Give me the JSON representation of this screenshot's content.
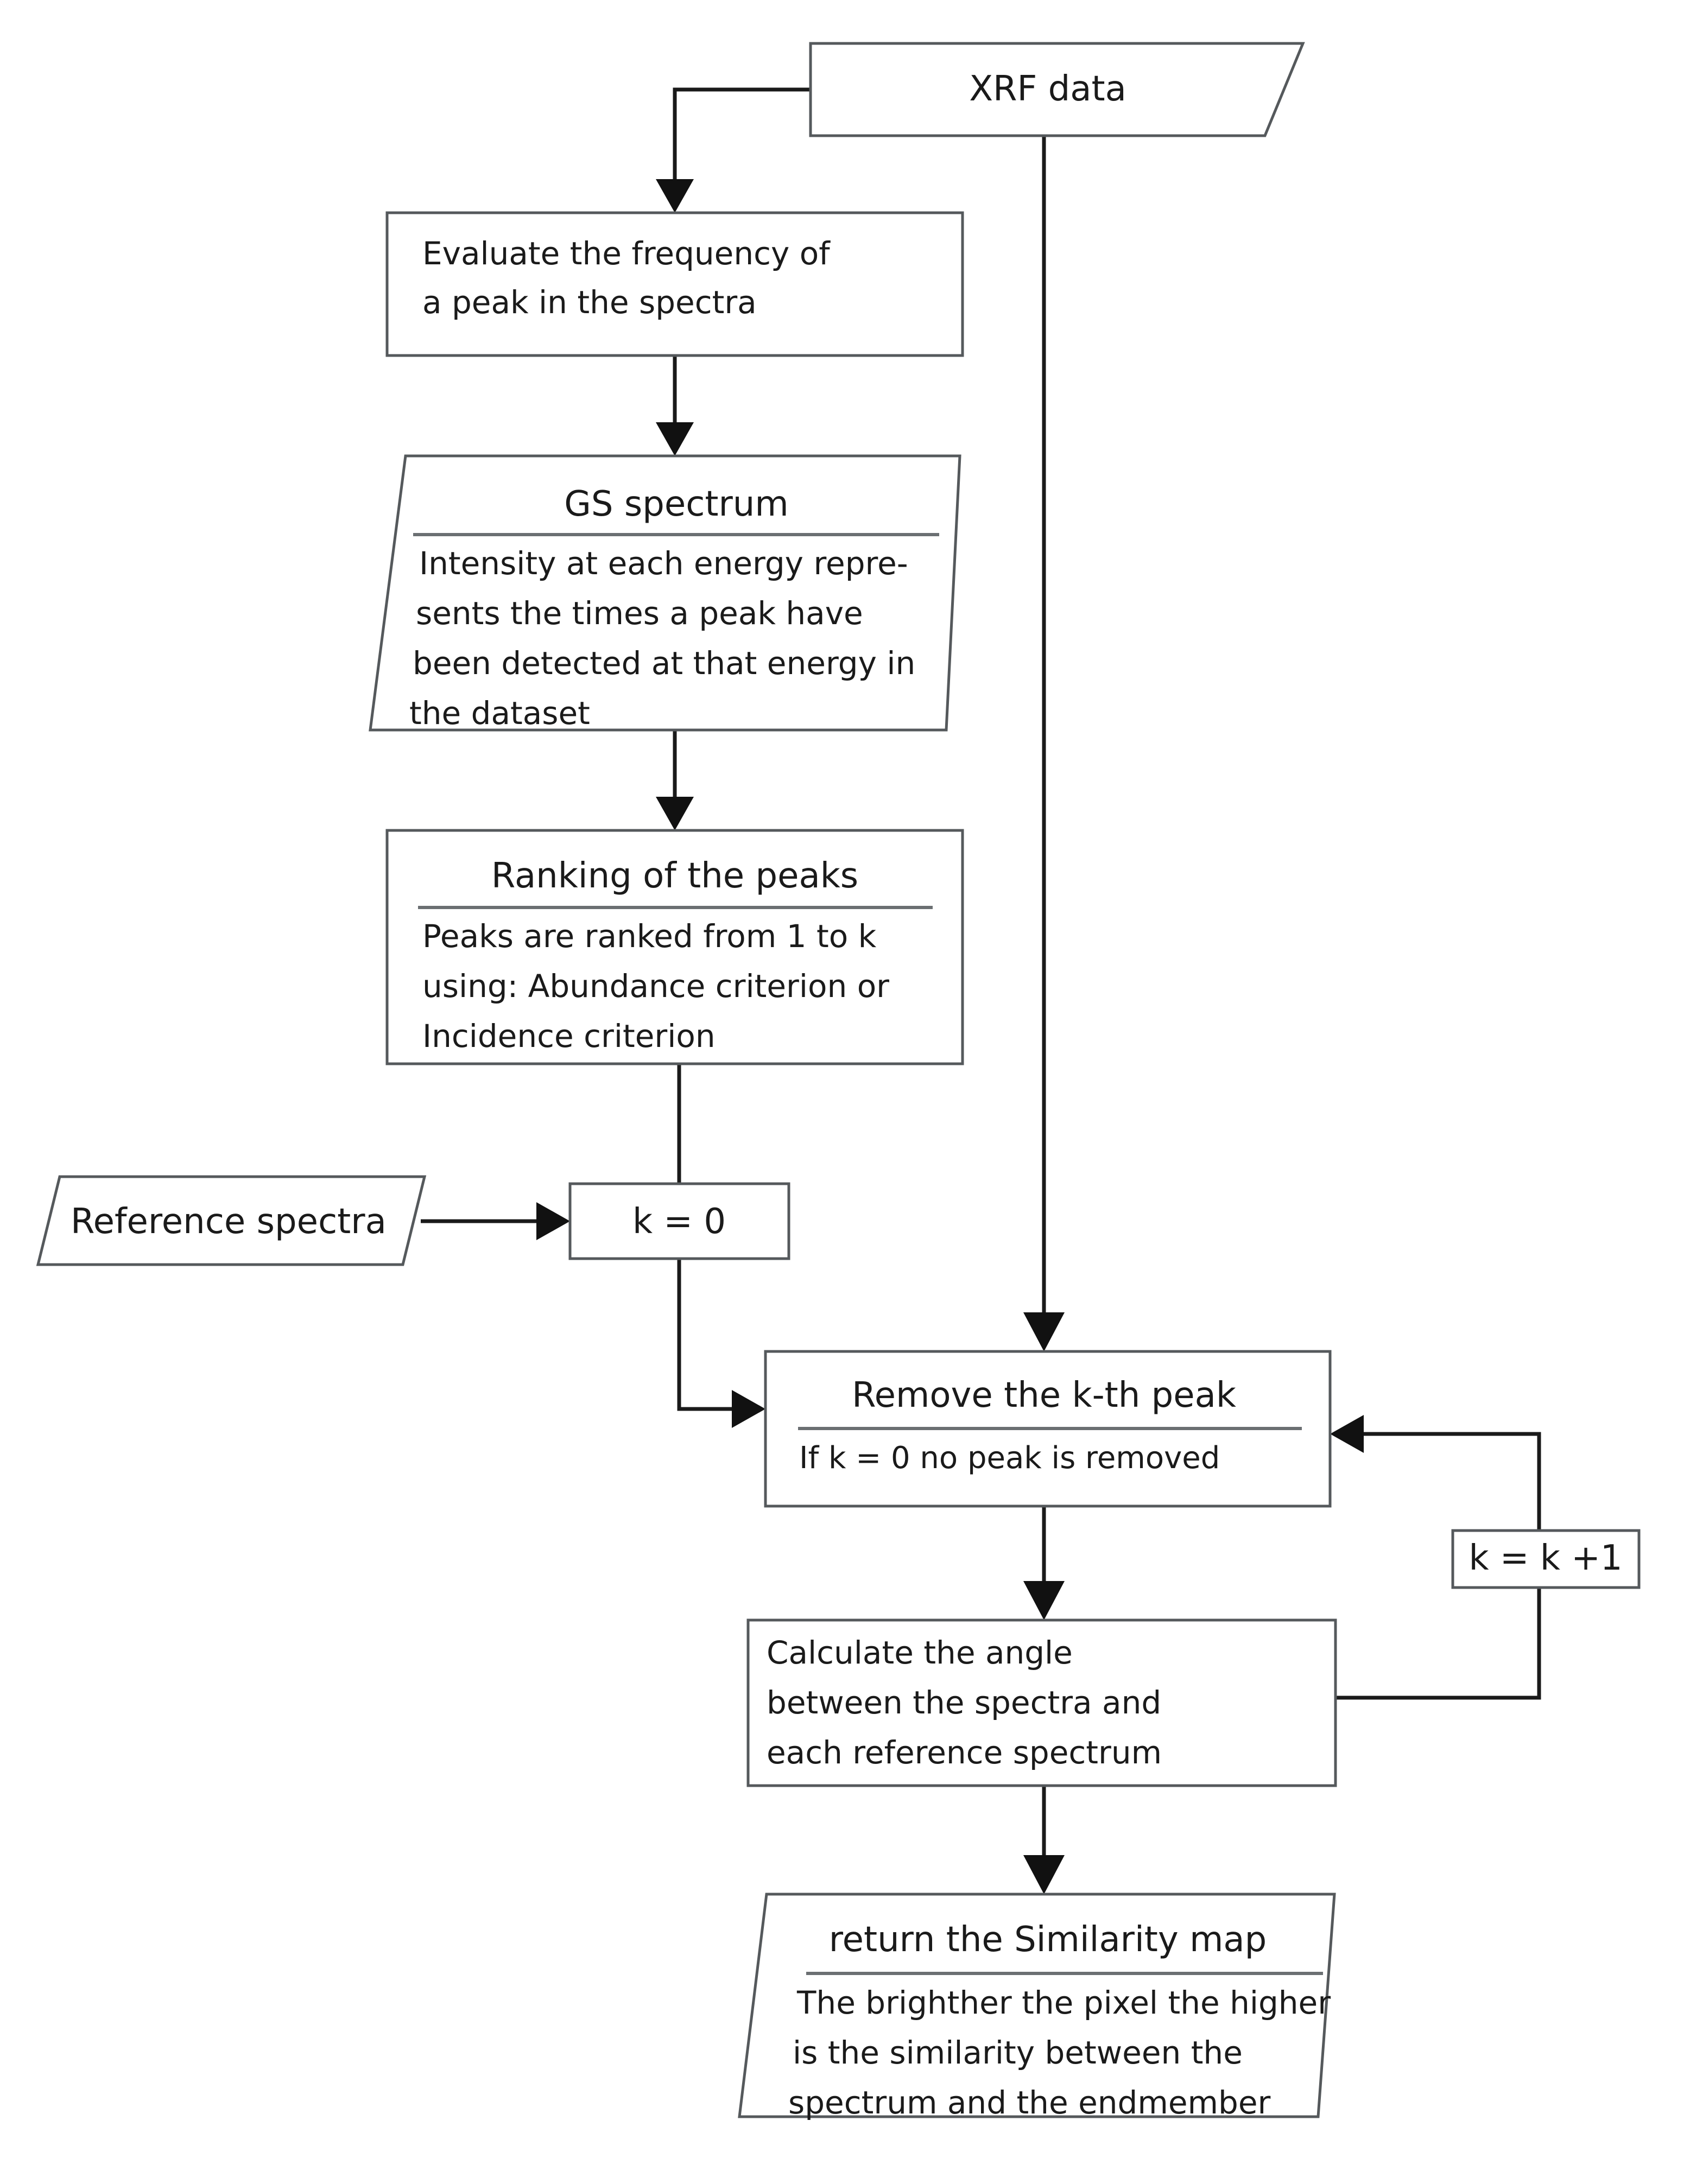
{
  "diagram": {
    "type": "flowchart",
    "title": "XRF spectral similarity-map processing flowchart",
    "colors": {
      "background": "#ffffff",
      "node_stroke": "#2b2b2b",
      "node_fill": "#ffffff",
      "connector": "#1a1a1a",
      "divider": "#6b6f72",
      "text": "#1a1a1a"
    },
    "nodes": [
      {
        "id": "xrf-data",
        "shape": "parallelogram",
        "role": "input",
        "title": "XRF data",
        "body": []
      },
      {
        "id": "evaluate-frequency",
        "shape": "rectangle",
        "role": "process",
        "title": "",
        "body": [
          "Evaluate the frequency of",
          "a peak in the spectra"
        ]
      },
      {
        "id": "gs-spectrum",
        "shape": "parallelogram",
        "role": "data",
        "title": "GS spectrum",
        "body": [
          "Intensity at each energy repre-",
          "sents the times a peak have",
          "been detected at that energy in",
          "the dataset"
        ]
      },
      {
        "id": "ranking-peaks",
        "shape": "rectangle",
        "role": "process",
        "title": "Ranking of the peaks",
        "body": [
          "Peaks are ranked from 1 to k",
          "using: Abundance criterion or",
          "Incidence criterion"
        ]
      },
      {
        "id": "reference-spectra",
        "shape": "parallelogram",
        "role": "input",
        "title": "Reference spectra",
        "body": []
      },
      {
        "id": "k-zero",
        "shape": "rectangle",
        "role": "process",
        "title": "k = 0",
        "body": []
      },
      {
        "id": "remove-kth-peak",
        "shape": "rectangle",
        "role": "process",
        "title": "Remove the k-th peak",
        "body": [
          "If k = 0 no peak is removed"
        ]
      },
      {
        "id": "k-increment",
        "shape": "rectangle",
        "role": "process",
        "title": "k = k +1",
        "body": []
      },
      {
        "id": "calculate-angle",
        "shape": "rectangle",
        "role": "process",
        "title": "",
        "body": [
          "Calculate the angle",
          "between the spectra and",
          "each reference spectrum"
        ]
      },
      {
        "id": "return-similarity-map",
        "shape": "parallelogram",
        "role": "output",
        "title": "return the Similarity map",
        "body": [
          "The brighther the pixel the higher",
          "is the similarity between the",
          "spectrum and the endmember"
        ]
      }
    ],
    "edges": [
      {
        "id": "e1",
        "from": "xrf-data",
        "to": "evaluate-frequency",
        "style": "elbow-left-down"
      },
      {
        "id": "e2",
        "from": "evaluate-frequency",
        "to": "gs-spectrum",
        "style": "straight-down"
      },
      {
        "id": "e3",
        "from": "gs-spectrum",
        "to": "ranking-peaks",
        "style": "straight-down"
      },
      {
        "id": "e4",
        "from": "ranking-peaks",
        "to": "remove-kth-peak",
        "style": "down-then-right"
      },
      {
        "id": "e5",
        "from": "reference-spectra",
        "to": "k-zero",
        "style": "straight-right"
      },
      {
        "id": "e6",
        "from": "xrf-data",
        "to": "remove-kth-peak",
        "style": "straight-down-long"
      },
      {
        "id": "e7",
        "from": "remove-kth-peak",
        "to": "calculate-angle",
        "style": "straight-down"
      },
      {
        "id": "e8",
        "from": "calculate-angle",
        "to": "k-increment",
        "style": "right-then-up"
      },
      {
        "id": "e9",
        "from": "k-increment",
        "to": "remove-kth-peak",
        "style": "up-then-left"
      },
      {
        "id": "e10",
        "from": "calculate-angle",
        "to": "return-similarity-map",
        "style": "straight-down"
      }
    ]
  }
}
